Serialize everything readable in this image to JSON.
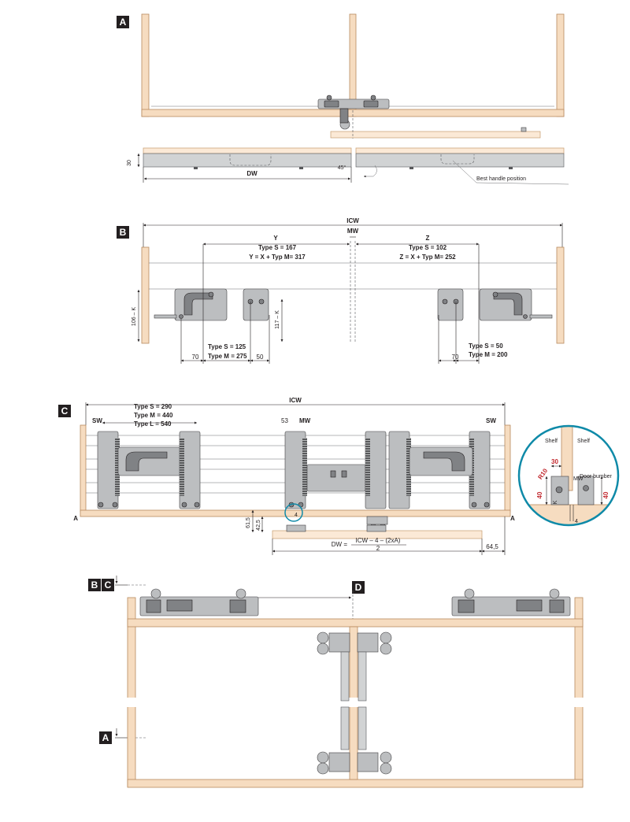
{
  "badges": {
    "a": "A",
    "b": "B",
    "c": "C",
    "bc_b": "B",
    "bc_c": "C",
    "d": "D",
    "a2": "A"
  },
  "section_a": {
    "thickness": "30",
    "dw": "DW",
    "angle": "45°",
    "handle_note": "Best handle position"
  },
  "section_b": {
    "icw": "ICW",
    "mw": "MW",
    "y": "Y",
    "y_type_s": "Type S  = 167",
    "y_formula": "Y = X + Typ M= 317",
    "z": "Z",
    "z_type_s": "Type S  = 102",
    "z_formula": "Z = X + Typ M= 252",
    "height_left": "106 – K",
    "height_mid": "117 – K",
    "left_type_s": "Type S  = 125",
    "left_type_m": "Type M = 275",
    "left_70": "70",
    "left_50": "50",
    "right_type_s": "Type S  = 50",
    "right_type_m": "Type M = 200",
    "right_70": "70"
  },
  "section_c": {
    "icw": "ICW",
    "sw_left": "SW",
    "sw_right": "SW",
    "type_s": "Type S  = 290",
    "type_m": "Type M = 440",
    "type_l": "Type L  = 540",
    "dim_53": "53",
    "mw": "MW",
    "a_left": "A",
    "a_right": "A",
    "dim_615": "61,5",
    "dim_425": "42,5",
    "dim_4": "4",
    "dw_label": "DW = ",
    "dw_numerator": "ICW – 4 – (2xA)",
    "dw_denominator": "2",
    "dim_645": "64,5"
  },
  "detail": {
    "shelf_left": "Shelf",
    "shelf_right": "Shelf",
    "r10": "R10",
    "d30": "30",
    "mw": "MW",
    "door_bumper": "Door bumber",
    "d40_left": "40",
    "d40_right": "40",
    "k": "K",
    "d4": "4"
  }
}
